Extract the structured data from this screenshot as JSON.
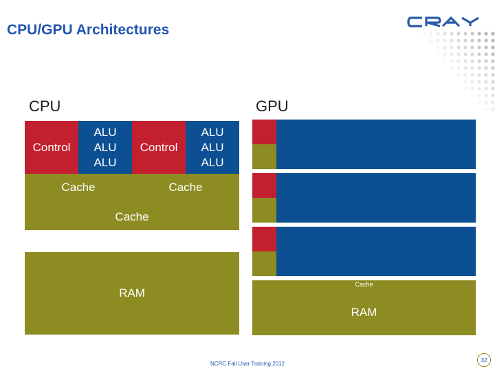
{
  "title": "CPU/GPU Architectures",
  "logo": {
    "text": "CRAY"
  },
  "cpu": {
    "heading": "CPU",
    "cores": [
      {
        "control": "Control",
        "alus": [
          "ALU",
          "ALU",
          "ALU"
        ],
        "cache": "Cache"
      },
      {
        "control": "Control",
        "alus": [
          "ALU",
          "ALU",
          "ALU"
        ],
        "cache": "Cache"
      }
    ],
    "shared_cache": "Cache",
    "ram": "RAM"
  },
  "gpu": {
    "heading": "GPU",
    "cache": "Cache",
    "ram": "RAM"
  },
  "footer": {
    "text": "NCRC Fall User Training 2012",
    "page": "32"
  },
  "colors": {
    "control": "#c3202f",
    "alu": "#0d4f93",
    "cache": "#8c8c22",
    "title": "#2255b0"
  }
}
